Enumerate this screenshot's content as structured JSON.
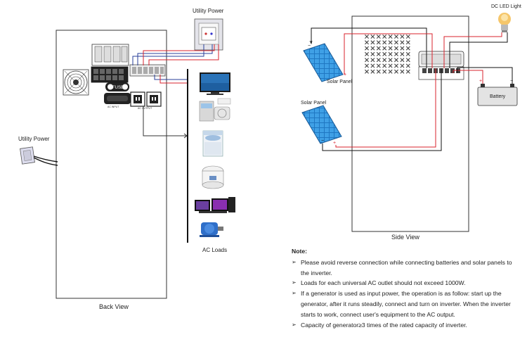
{
  "back_view": {
    "caption": "Back View",
    "utility_power_top": "Utility Power",
    "utility_power_left": "Utility Power",
    "ac_loads": "AC Loads",
    "fuse_label": "FUSE"
  },
  "side_view": {
    "caption": "Side View",
    "dc_led_light": "DC LED Light",
    "solar_panel_1": "Solar Panel",
    "solar_panel_2": "Solar Panel",
    "battery": "Battery"
  },
  "note": {
    "title": "Note:",
    "items": [
      "Please avoid reverse connection while connecting batteries and solar panels to the inverter.",
      "Loads for each universal AC outlet should not exceed 1000W.",
      "If a generator is used as input power, the operation is as follow: start up the generator, after it runs steadily, connect and turn on inverter. When the inverter starts to work, connect user's equipment to the AC output.",
      "Capacity of generator≥3 times of the rated capacity of inverter."
    ]
  },
  "colors": {
    "red_wire": "#d9232e",
    "blue_wire": "#2a3f9a",
    "black_wire": "#111111",
    "panel_blue": "#2f86c8"
  }
}
